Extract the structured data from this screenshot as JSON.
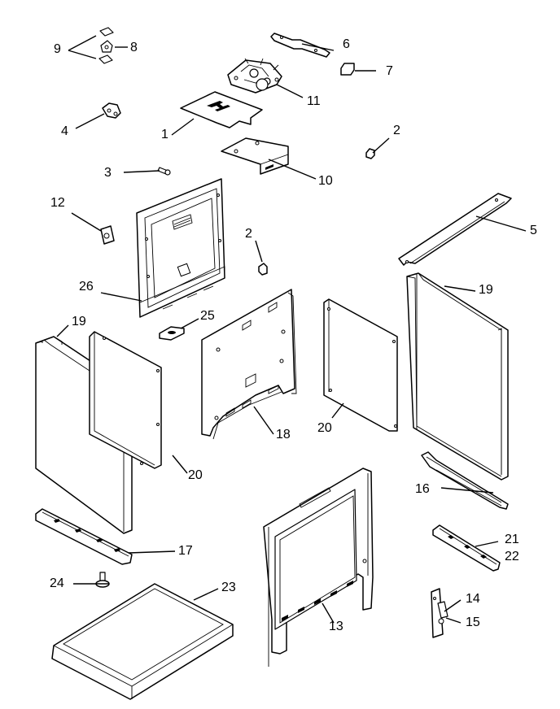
{
  "diagram": {
    "labels": {
      "p1": "1",
      "p2a": "2",
      "p2b": "2",
      "p3": "3",
      "p4": "4",
      "p5": "5",
      "p6": "6",
      "p7": "7",
      "p8": "8",
      "p9": "9",
      "p10": "10",
      "p11": "11",
      "p12": "12",
      "p13": "13",
      "p14": "14",
      "p15": "15",
      "p16": "16",
      "p17": "17",
      "p18": "18",
      "p19a": "19",
      "p19b": "19",
      "p20a": "20",
      "p20b": "20",
      "p21": "21",
      "p22": "22",
      "p23": "23",
      "p24": "24",
      "p25": "25",
      "p26": "26"
    }
  }
}
